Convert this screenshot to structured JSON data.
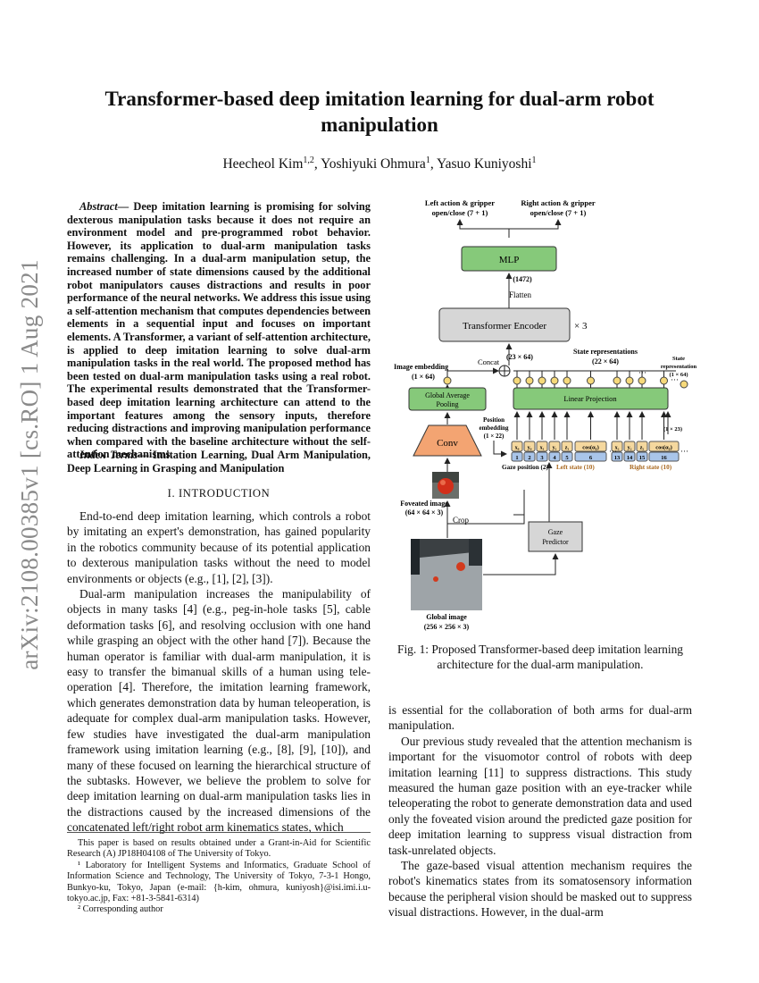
{
  "title": "Transformer-based deep imitation learning for dual-arm robot manipulation",
  "authors": [
    {
      "name": "Heecheol Kim",
      "sup": "1,2",
      "sep": ", "
    },
    {
      "name": "Yoshiyuki Ohmura",
      "sup": "1",
      "sep": ", "
    },
    {
      "name": "Yasuo Kuniyoshi",
      "sup": "1",
      "sep": ""
    }
  ],
  "arxiv_id": "arXiv:2108.00385v1  [cs.RO]  1 Aug 2021",
  "abstract": {
    "label": "Abstract",
    "dash": "— ",
    "text": "Deep imitation learning is promising for solving dexterous manipulation tasks because it does not require an environment model and pre-programmed robot behavior. However, its application to dual-arm manipulation tasks remains challenging. In a dual-arm manipulation setup, the increased number of state dimensions caused by the additional robot manipulators causes distractions and results in poor performance of the neural networks. We address this issue using a self-attention mechanism that computes dependencies between elements in a sequential input and focuses on important elements. A Transformer, a variant of self-attention architecture, is applied to deep imitation learning to solve dual-arm manipulation tasks in the real world. The proposed method has been tested on dual-arm manipulation tasks using a real robot. The experimental results demonstrated that the Transformer-based deep imitation learning architecture can attend to the important features among the sensory inputs, therefore reducing distractions and improving manipulation performance when compared with the baseline architecture without the self-attention mechanisms."
  },
  "index_terms": {
    "label": "Index Terms",
    "dash": "— ",
    "text": "Imitation Learning, Dual Arm Manipulation, Deep Learning in Grasping and Manipulation"
  },
  "section_1": "I. INTRODUCTION",
  "intro_paragraphs": [
    "End-to-end deep imitation learning, which controls a robot by imitating an expert's demonstration, has gained popularity in the robotics community because of its potential application to dexterous manipulation tasks without the need to model environments or objects (e.g., [1], [2], [3]).",
    "Dual-arm manipulation increases the manipulability of objects in many tasks [4] (e.g., peg-in-hole tasks [5], cable deformation tasks [6], and resolving occlusion with one hand while grasping an object with the other hand [7]). Because the human operator is familiar with dual-arm manipulation, it is easy to transfer the bimanual skills of a human using tele-operation [4]. Therefore, the imitation learning framework, which generates demonstration data by human teleoperation, is adequate for complex dual-arm manipulation tasks. However, few studies have investigated the dual-arm manipulation framework using imitation learning (e.g., [8], [9], [10]), and many of these focused on learning the hierarchical structure of the subtasks. However, we believe the problem to solve for deep imitation learning on dual-arm manipulation tasks lies in the distractions caused by the increased dimensions of the concatenated left/right robot arm kinematics states, which"
  ],
  "footnotes": [
    "This paper is based on results obtained under a Grant-in-Aid for Scientific Research (A) JP18H04108 of The University of Tokyo.",
    "¹ Laboratory for Intelligent Systems and Informatics, Graduate School of Information Science and Technology, The University of Tokyo, 7-3-1 Hongo, Bunkyo-ku, Tokyo, Japan (e-mail: {h-kim, ohmura, kuniyosh}@isi.imi.i.u-tokyo.ac.jp, Fax: +81-3-5841-6314)",
    "² Corresponding author"
  ],
  "figure": {
    "left_action": "Left action & gripper",
    "left_action_2": "open/close (7 + 1)",
    "right_action": "Right action & gripper",
    "right_action_2": "open/close (7 + 1)",
    "mlp": "MLP",
    "dim_1472": "(1472)",
    "flatten": "Flatten",
    "transformer": "Transformer Encoder",
    "times3": "× 3",
    "concat": "Concat",
    "dim_23x64": "(23 × 64)",
    "state_repr": "State representations",
    "dim_22x64": "(22 × 64)",
    "state_repr_small": "State",
    "state_repr_small_2": "representation",
    "dim_1x64b": "(1 × 64)",
    "image_embedding": "Image embedding",
    "dim_1x64": "(1 × 64)",
    "gap": "Global Average",
    "gap_2": "Pooling",
    "linear_projection": "Linear Projection",
    "pos_emb": "Position",
    "pos_emb_2": "embedding",
    "dim_1x22": "(1 × 22)",
    "dim_1x23": "(1 × 23)",
    "conv": "Conv",
    "tokens_top": [
      "x₀",
      "y₀",
      "x₁",
      "y₁",
      "z₁",
      "cos(α₁)",
      "x₂",
      "y₂",
      "z₂",
      "cos(α₂)"
    ],
    "tokens_idx": [
      "1",
      "2",
      "3",
      "4",
      "5",
      "6",
      "13",
      "14",
      "15",
      "16"
    ],
    "ellipsis": "···",
    "gaze_pos": "Gaze position (2)",
    "left_state": "Left state (10)",
    "right_state": "Right state (10)",
    "foveated": "Foveated image",
    "foveated_dim": "(64 × 64 × 3)",
    "crop": "Crop",
    "gaze_predictor": "Gaze",
    "gaze_predictor_2": "Predictor",
    "global_image": "Global image",
    "global_dim": "(256 × 256 × 3)",
    "colors": {
      "green": "#86c97a",
      "gray": "#d6d6d6",
      "orange": "#f3a472",
      "blue": "#a9c5ea",
      "tokentop": "#f5d89e",
      "leftbrown": "#a8661c",
      "rightbrown": "#a8661c"
    }
  },
  "caption": "Fig. 1: Proposed Transformer-based deep imitation learning architecture for the dual-arm manipulation.",
  "right_paragraphs": [
    "is essential for the collaboration of both arms for dual-arm manipulation.",
    "Our previous study revealed that the attention mechanism is important for the visuomotor control of robots with deep imitation learning [11] to suppress distractions. This study measured the human gaze position with an eye-tracker while teleoperating the robot to generate demonstration data and used only the foveated vision around the predicted gaze position for deep imitation learning to suppress visual distraction from task-unrelated objects.",
    "The gaze-based visual attention mechanism requires the robot's kinematics states from its somatosensory information because the peripheral vision should be masked out to suppress visual distractions. However, in the dual-arm"
  ]
}
